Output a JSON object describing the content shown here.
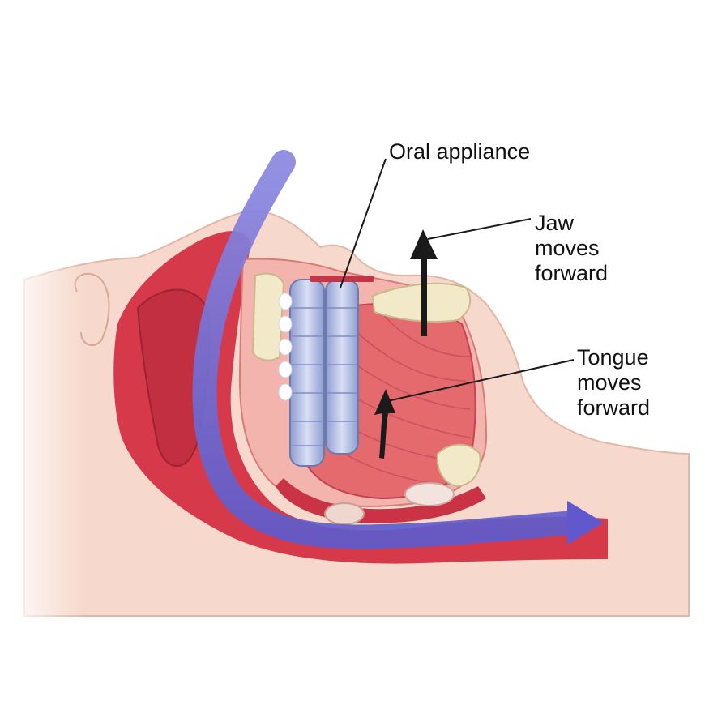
{
  "labels": {
    "oral_appliance": "Oral appliance",
    "jaw": [
      "Jaw",
      "moves",
      "forward"
    ],
    "tongue": [
      "Tongue",
      "moves",
      "forward"
    ]
  },
  "colors": {
    "skin": "#f6d9cc",
    "tissue_red": "#d63a4a",
    "muscle_red": "#e46a6e",
    "airflow_blue": "#6f68d4",
    "bone": "#f2e9c8",
    "appliance": "#a9b6e0",
    "arrow": "#1a1a1a"
  }
}
